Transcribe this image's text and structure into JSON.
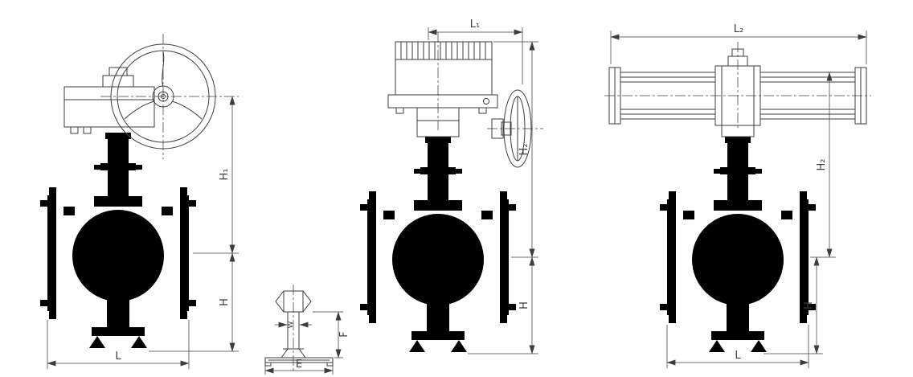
{
  "diagram": {
    "kind": "valve-outline-technical-drawing",
    "colors": {
      "line": "#3d3d3d",
      "background": "#ffffff"
    },
    "labels": {
      "h1": "H₁",
      "h": "H",
      "l": "L",
      "l1": "L₁",
      "l2": "L₂",
      "h2": "H₂",
      "f": "F",
      "e": "E",
      "w": "W"
    }
  }
}
